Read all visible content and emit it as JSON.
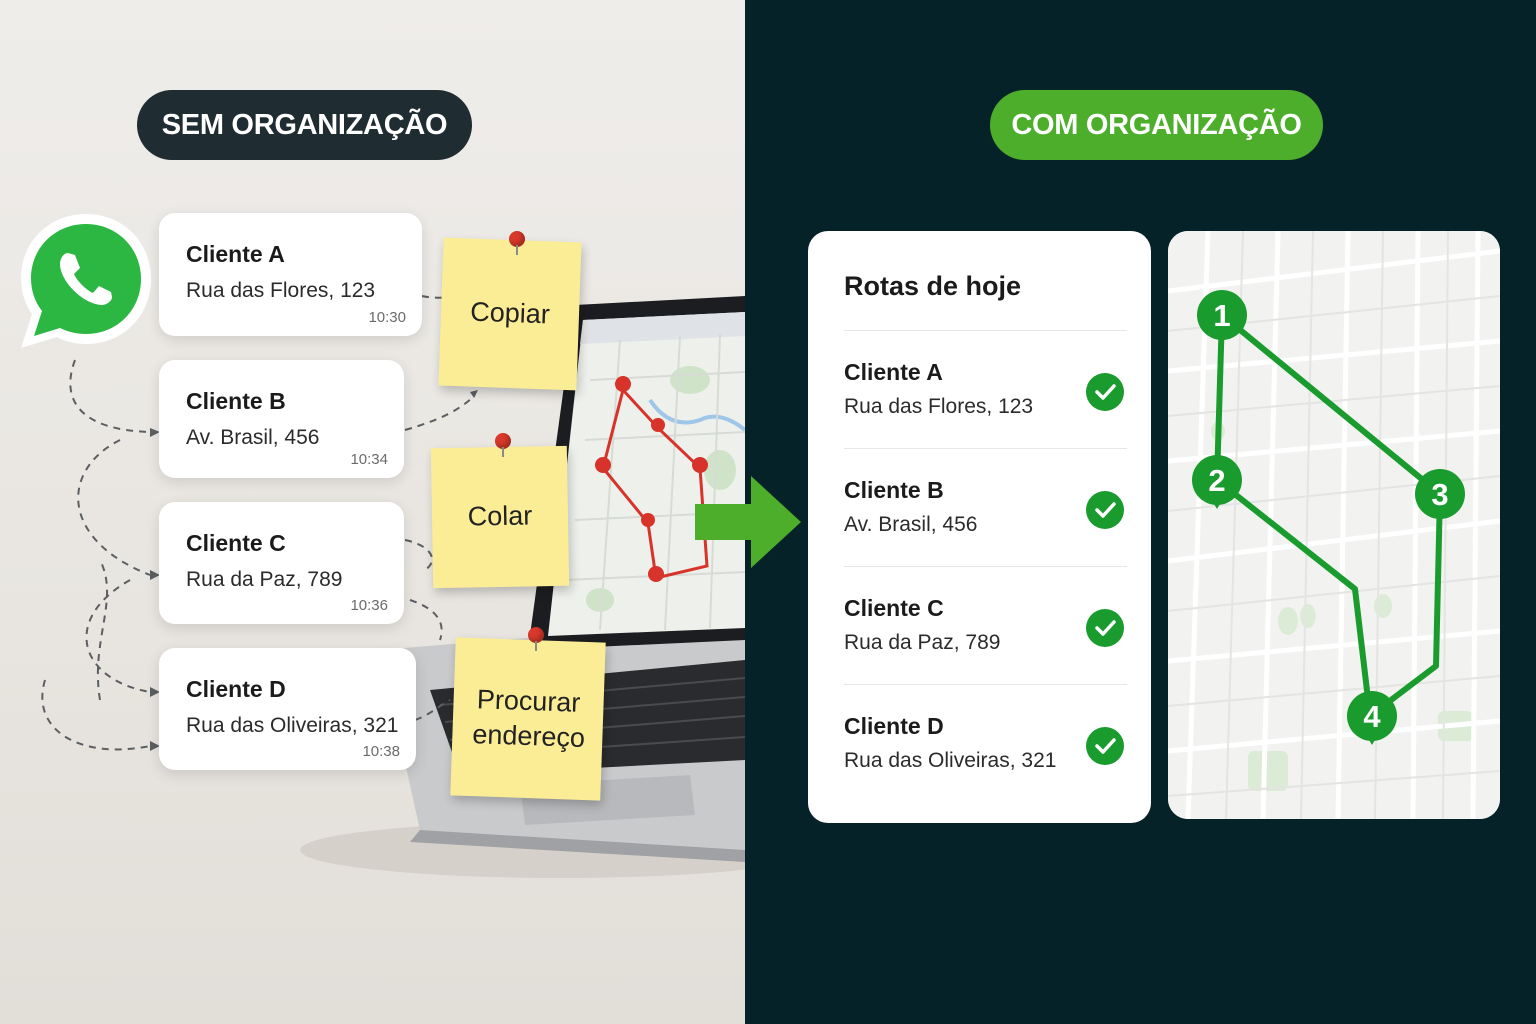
{
  "left_panel": {
    "label": "SEM ORGANIZAÇÃO",
    "messages": [
      {
        "name": "Cliente A",
        "address": "Rua das Flores, 123",
        "time": "10:30"
      },
      {
        "name": "Cliente B",
        "address": "Av. Brasil, 456",
        "time": "10:34"
      },
      {
        "name": "Cliente C",
        "address": "Rua da Paz, 789",
        "time": "10:36"
      },
      {
        "name": "Cliente D",
        "address": "Rua das Oliveiras, 321",
        "time": "10:38"
      }
    ],
    "notes": [
      "Copiar",
      "Colar",
      "Procurar endereço"
    ],
    "app_icon": "whatsapp-icon"
  },
  "right_panel": {
    "label": "COM ORGANIZAÇÃO",
    "routes_title": "Rotas de hoje",
    "routes": [
      {
        "name": "Cliente A",
        "address": "Rua das Flores, 123",
        "status": "check-icon"
      },
      {
        "name": "Cliente B",
        "address": "Av. Brasil, 456",
        "status": "check-icon"
      },
      {
        "name": "Cliente C",
        "address": "Rua da Paz, 789",
        "status": "check-icon"
      },
      {
        "name": "Cliente D",
        "address": "Rua das Oliveiras, 321",
        "status": "check-icon"
      }
    ],
    "map_stops": [
      "1",
      "2",
      "3",
      "4"
    ]
  },
  "colors": {
    "dark_bg": "#052228",
    "accent_green": "#4cae2a",
    "route_green": "#1a9b2e",
    "note_yellow": "#fbec96",
    "pin_red": "#d9392b"
  }
}
